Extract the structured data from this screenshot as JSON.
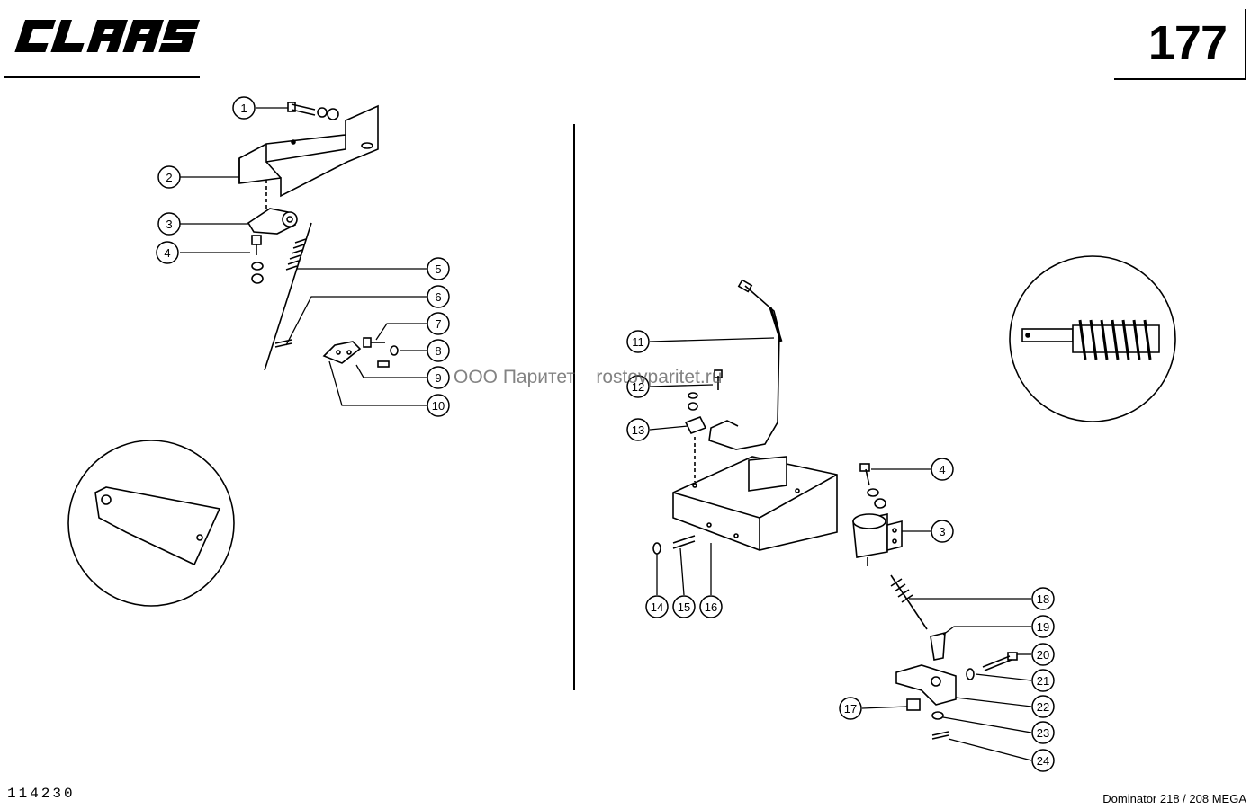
{
  "header": {
    "logo_text": "CLAAS",
    "page_number": "177"
  },
  "footer": {
    "document_id": "114230",
    "model": "Dominator 218 / 208 MEGA"
  },
  "watermark": {
    "text": "ООО Паритет    rostovparitet.ru"
  },
  "callouts": [
    {
      "label": "1"
    },
    {
      "label": "2"
    },
    {
      "label": "3"
    },
    {
      "label": "4"
    },
    {
      "label": "5"
    },
    {
      "label": "6"
    },
    {
      "label": "7"
    },
    {
      "label": "8"
    },
    {
      "label": "9"
    },
    {
      "label": "10"
    },
    {
      "label": "11"
    },
    {
      "label": "12"
    },
    {
      "label": "13"
    },
    {
      "label": "4"
    },
    {
      "label": "3"
    },
    {
      "label": "14"
    },
    {
      "label": "15"
    },
    {
      "label": "16"
    },
    {
      "label": "18"
    },
    {
      "label": "19"
    },
    {
      "label": "20"
    },
    {
      "label": "21"
    },
    {
      "label": "17"
    },
    {
      "label": "22"
    },
    {
      "label": "23"
    },
    {
      "label": "24"
    }
  ]
}
